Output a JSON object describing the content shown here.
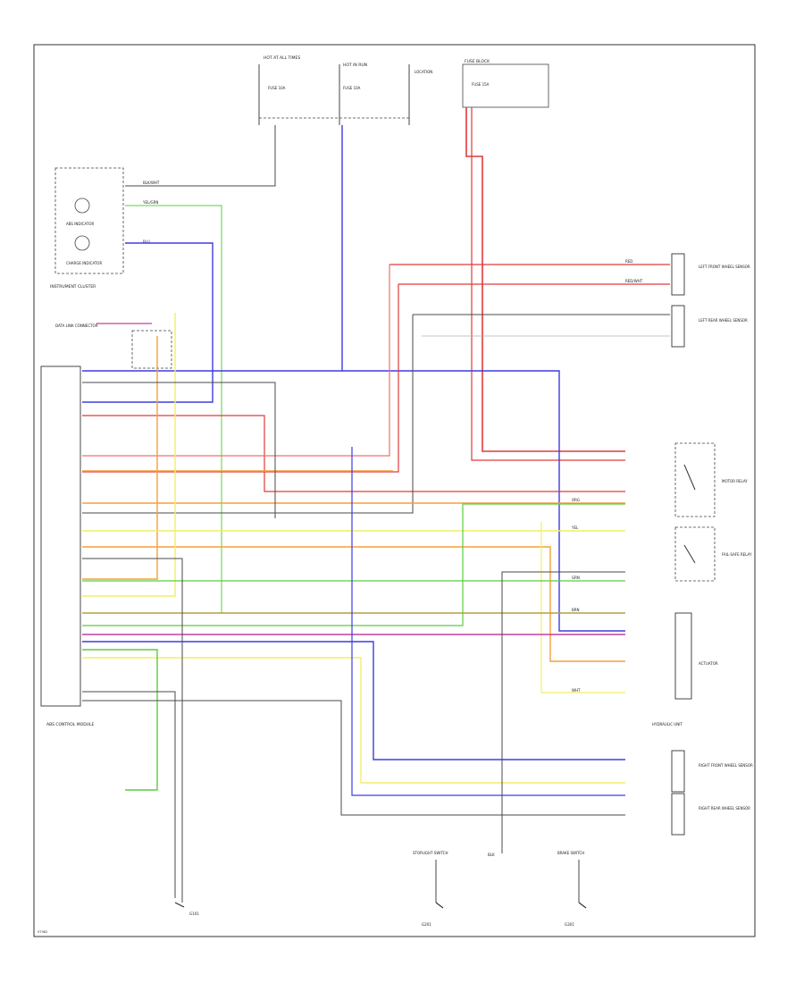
{
  "frame_label": "97982",
  "top_components": {
    "hot_at_all_times": "HOT AT ALL TIMES",
    "hot_in_run": "HOT IN RUN",
    "fuse_block": "FUSE BLOCK",
    "fuse_a": "FUSE 10A",
    "fuse_b": "FUSE 10A",
    "fuse_c": "FUSE 15A",
    "location_note": "LOCATION"
  },
  "instrument_cluster": {
    "label": "INSTRUMENT CLUSTER",
    "abs_indicator": "ABS INDICATOR",
    "charge_indicator": "CHARGE INDICATOR"
  },
  "data_link": "DATA LINK CONNECTOR",
  "abs_module": "ABS CONTROL MODULE",
  "left_front_sensor": "LEFT FRONT WHEEL SENSOR",
  "left_rear_sensor": "LEFT REAR WHEEL SENSOR",
  "motor_relay": "MOTOR RELAY",
  "fail_safe_relay": "FAIL-SAFE RELAY",
  "actuator": "ACTUATOR",
  "actuator_note": "HYDRAULIC UNIT",
  "right_front_sensor": "RIGHT FRONT WHEEL SENSOR",
  "right_rear_sensor": "RIGHT REAR WHEEL SENSOR",
  "stoplight_switch": "STOPLIGHT SWITCH",
  "brake_switch": "BRAKE SWITCH",
  "ground_left": "G101",
  "ground_mid": "G201",
  "ground_right": "G301",
  "wire_tags": {
    "blk_wht": "BLK/WHT",
    "yel_grn": "YEL/GRN",
    "blu": "BLU",
    "red": "RED",
    "red_wht": "RED/WHT",
    "org": "ORG",
    "yel": "YEL",
    "grn": "GRN",
    "brn": "BRN",
    "wht": "WHT",
    "blk": "BLK"
  },
  "colors": {
    "red": "#e03a3a",
    "blue": "#3d3de0",
    "orange": "#f5a038",
    "yellow": "#f2ee68",
    "green": "#5ccc40",
    "gray": "#4a4a4a",
    "magenta": "#c040a0",
    "olive": "#b0a040",
    "pink": "#f07070"
  }
}
